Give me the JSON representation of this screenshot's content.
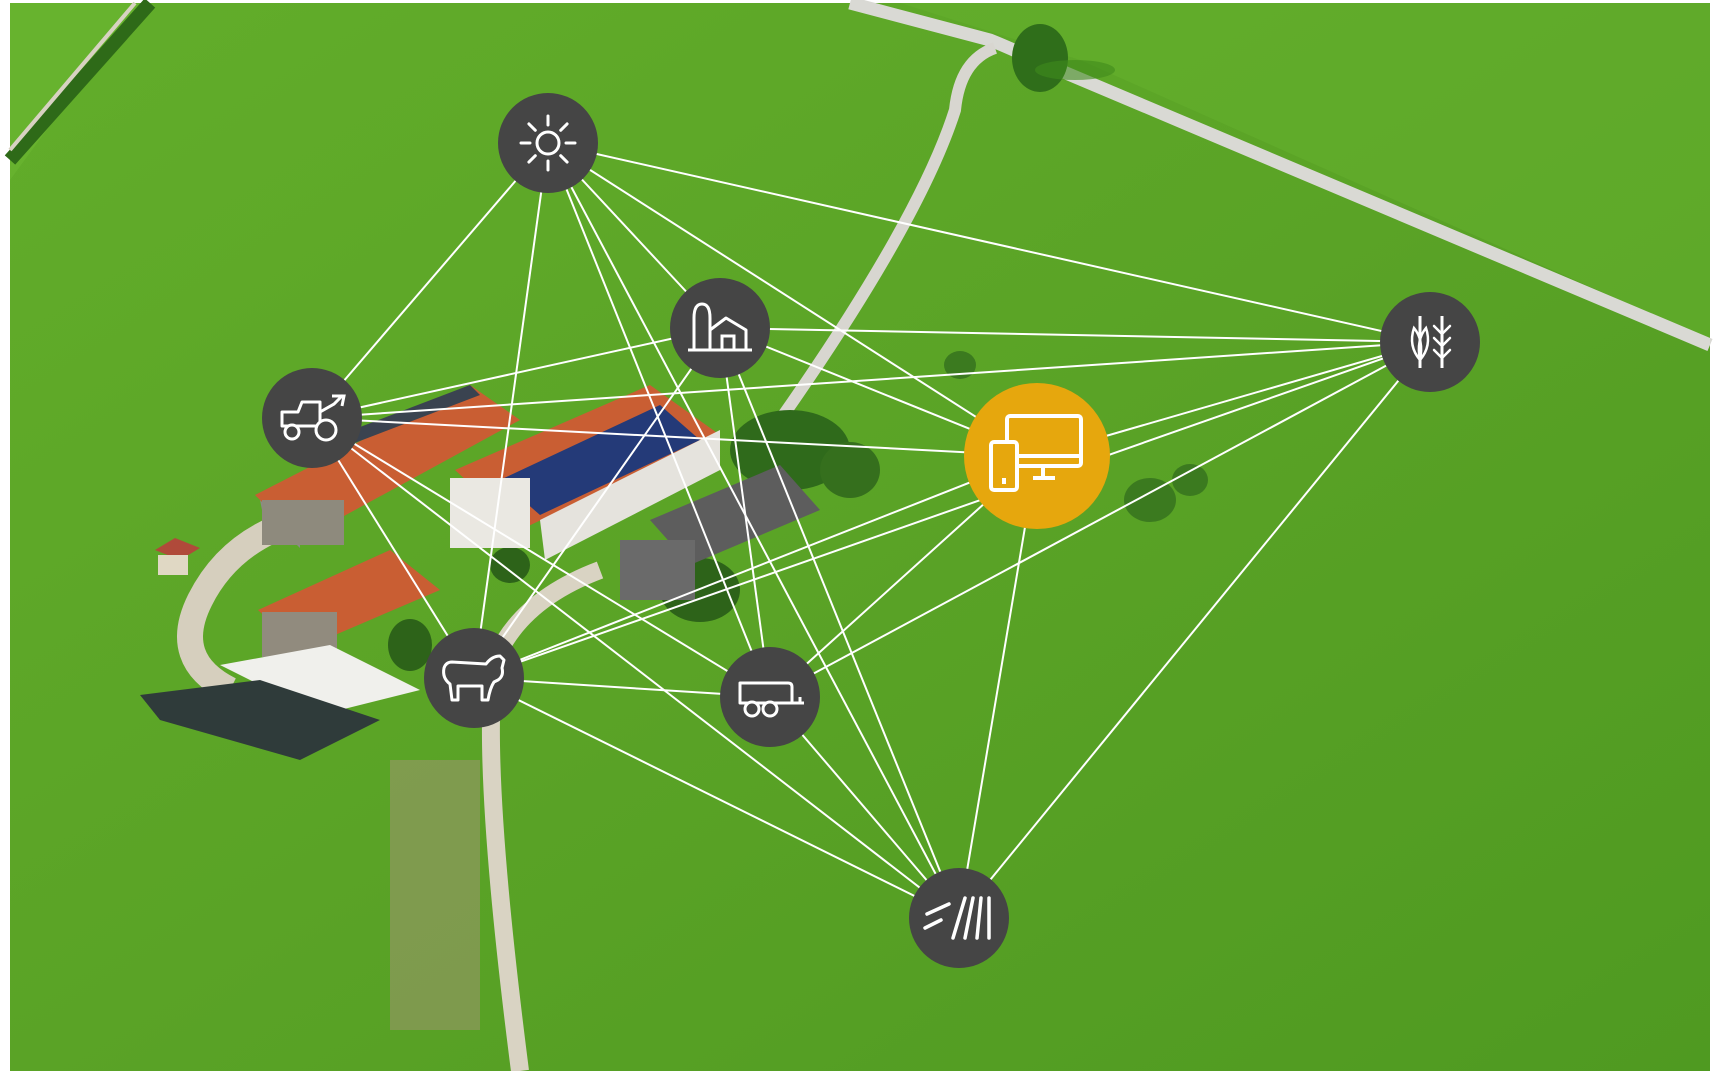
{
  "diagram": {
    "hub_color": "#e6a70d",
    "node_color": "#454545",
    "line_color": "#ffffff",
    "nodes": [
      {
        "id": "weather",
        "icon": "sun-icon",
        "hub": false
      },
      {
        "id": "farmyard",
        "icon": "silo-barn-icon",
        "hub": false
      },
      {
        "id": "crops",
        "icon": "wheat-icon",
        "hub": false
      },
      {
        "id": "harvester",
        "icon": "forage-harvester-icon",
        "hub": false
      },
      {
        "id": "platform",
        "icon": "devices-icon",
        "hub": true
      },
      {
        "id": "livestock",
        "icon": "cow-icon",
        "hub": false
      },
      {
        "id": "transport",
        "icon": "trailer-icon",
        "hub": false
      },
      {
        "id": "field",
        "icon": "field-rows-icon",
        "hub": false
      }
    ],
    "connections": [
      [
        "weather",
        "harvester"
      ],
      [
        "weather",
        "farmyard"
      ],
      [
        "weather",
        "crops"
      ],
      [
        "weather",
        "platform"
      ],
      [
        "weather",
        "livestock"
      ],
      [
        "weather",
        "transport"
      ],
      [
        "weather",
        "field"
      ],
      [
        "farmyard",
        "harvester"
      ],
      [
        "farmyard",
        "crops"
      ],
      [
        "farmyard",
        "platform"
      ],
      [
        "farmyard",
        "livestock"
      ],
      [
        "farmyard",
        "transport"
      ],
      [
        "farmyard",
        "field"
      ],
      [
        "crops",
        "harvester"
      ],
      [
        "crops",
        "platform"
      ],
      [
        "crops",
        "transport"
      ],
      [
        "crops",
        "livestock"
      ],
      [
        "crops",
        "field"
      ],
      [
        "harvester",
        "platform"
      ],
      [
        "harvester",
        "livestock"
      ],
      [
        "harvester",
        "transport"
      ],
      [
        "harvester",
        "field"
      ],
      [
        "platform",
        "livestock"
      ],
      [
        "platform",
        "transport"
      ],
      [
        "platform",
        "field"
      ],
      [
        "livestock",
        "transport"
      ],
      [
        "livestock",
        "field"
      ],
      [
        "transport",
        "field"
      ]
    ]
  }
}
